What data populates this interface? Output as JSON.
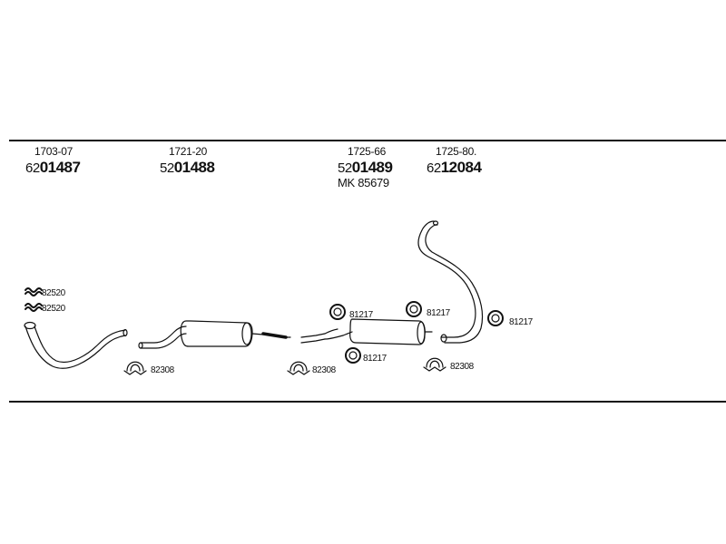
{
  "parts": [
    {
      "ref": "1703-07",
      "prefix": "62",
      "number": "01487"
    },
    {
      "ref": "1721-20",
      "prefix": "52",
      "number": "01488"
    },
    {
      "ref": "1725-66",
      "prefix": "52",
      "number": "01489",
      "alt": "MK  85679"
    },
    {
      "ref": "1725-80.",
      "prefix": "62",
      "number": "12084"
    }
  ],
  "labels": {
    "gasket_a": "82520",
    "gasket_b": "82520",
    "clamp_1": "82308",
    "clamp_2": "82308",
    "clamp_3": "82308",
    "ring_1": "81217",
    "ring_2": "81217",
    "ring_3": "81217",
    "ring_4": "81217"
  },
  "colors": {
    "line": "#111111",
    "background": "#ffffff"
  }
}
